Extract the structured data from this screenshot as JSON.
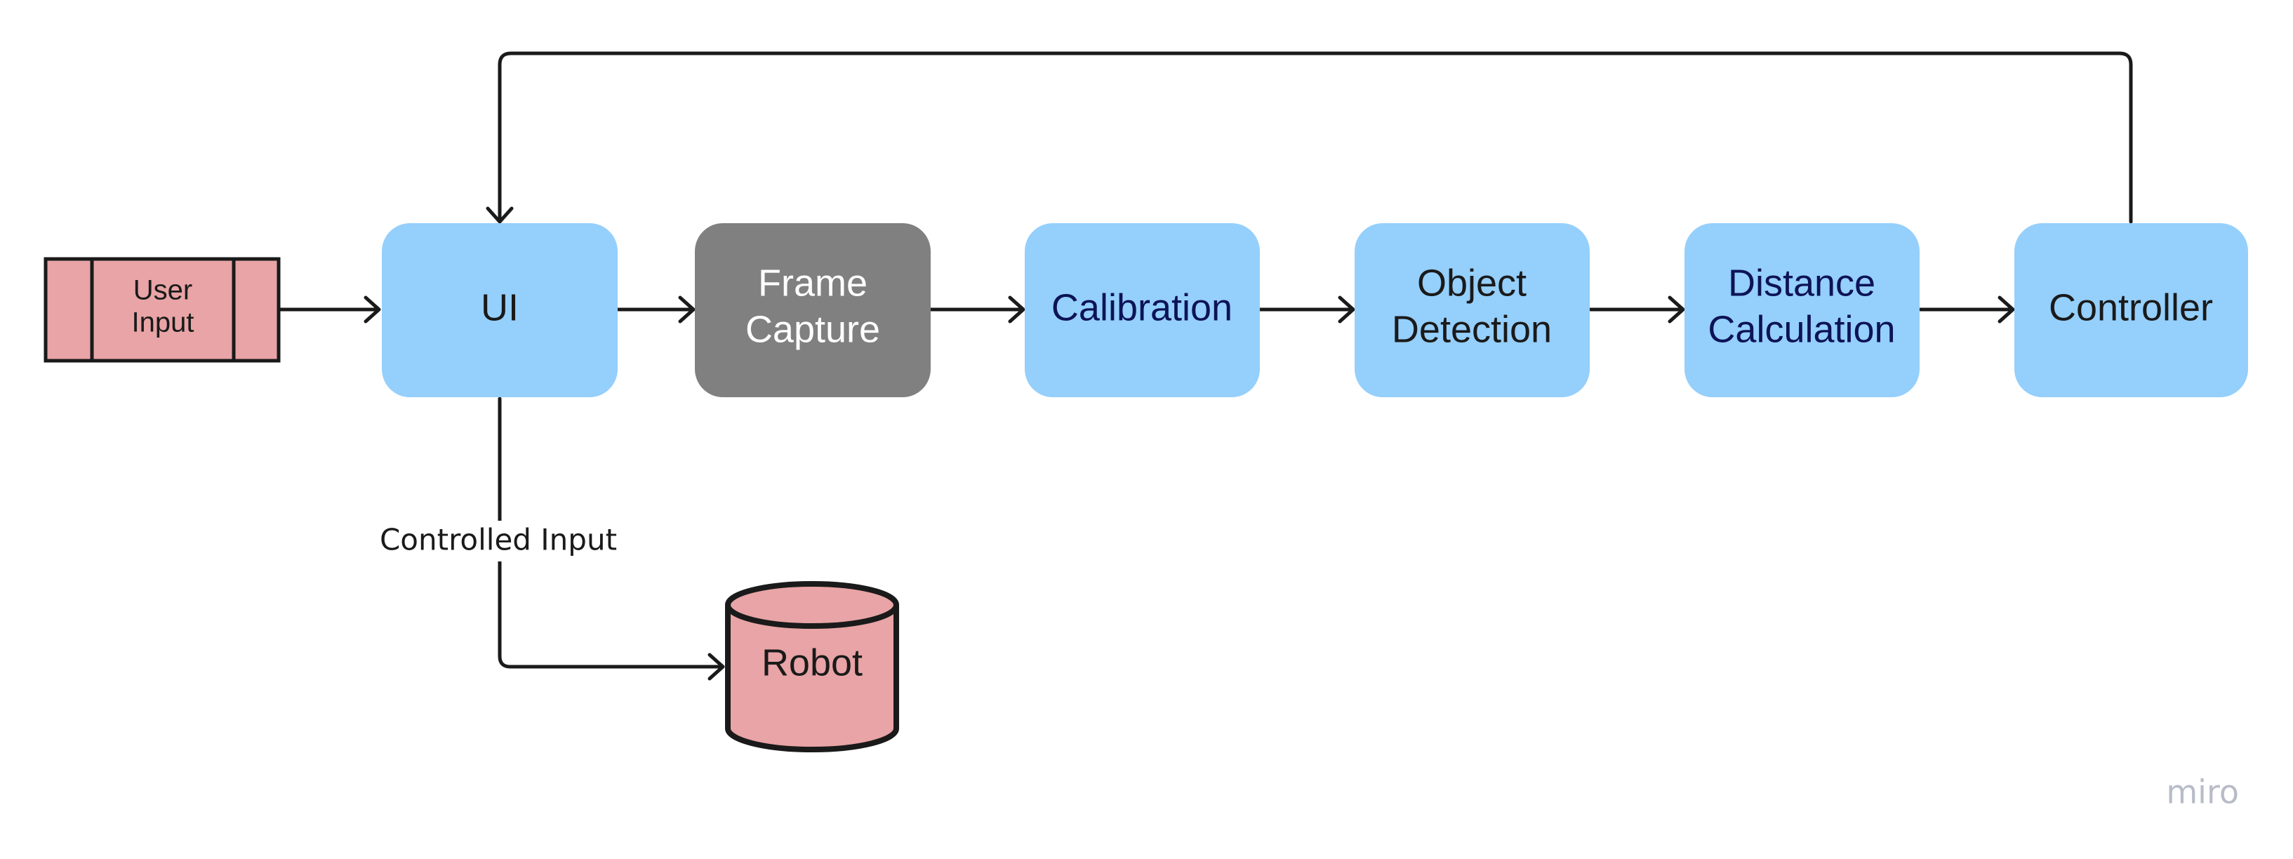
{
  "colors": {
    "blue_fill": "#95cffc",
    "gray_fill": "#808080",
    "pink_fill": "#e8a4a6",
    "stroke": "#1a1a1a",
    "text_dark": "#1a1a1a",
    "text_navy": "#0d1357",
    "text_white": "#ffffff",
    "watermark": "#b8bcc8"
  },
  "nodes": {
    "user_input": {
      "line1": "User",
      "line2": "Input"
    },
    "ui": {
      "label": "UI"
    },
    "frame_capture": {
      "line1": "Frame",
      "line2": "Capture"
    },
    "calibration": {
      "label": "Calibration"
    },
    "object_detection": {
      "line1": "Object",
      "line2": "Detection"
    },
    "distance_calculation": {
      "line1": "Distance",
      "line2": "Calculation"
    },
    "controller": {
      "label": "Controller"
    },
    "robot": {
      "label": "Robot"
    }
  },
  "edges": {
    "controlled_input": "Controlled Input"
  },
  "watermark": "miro"
}
